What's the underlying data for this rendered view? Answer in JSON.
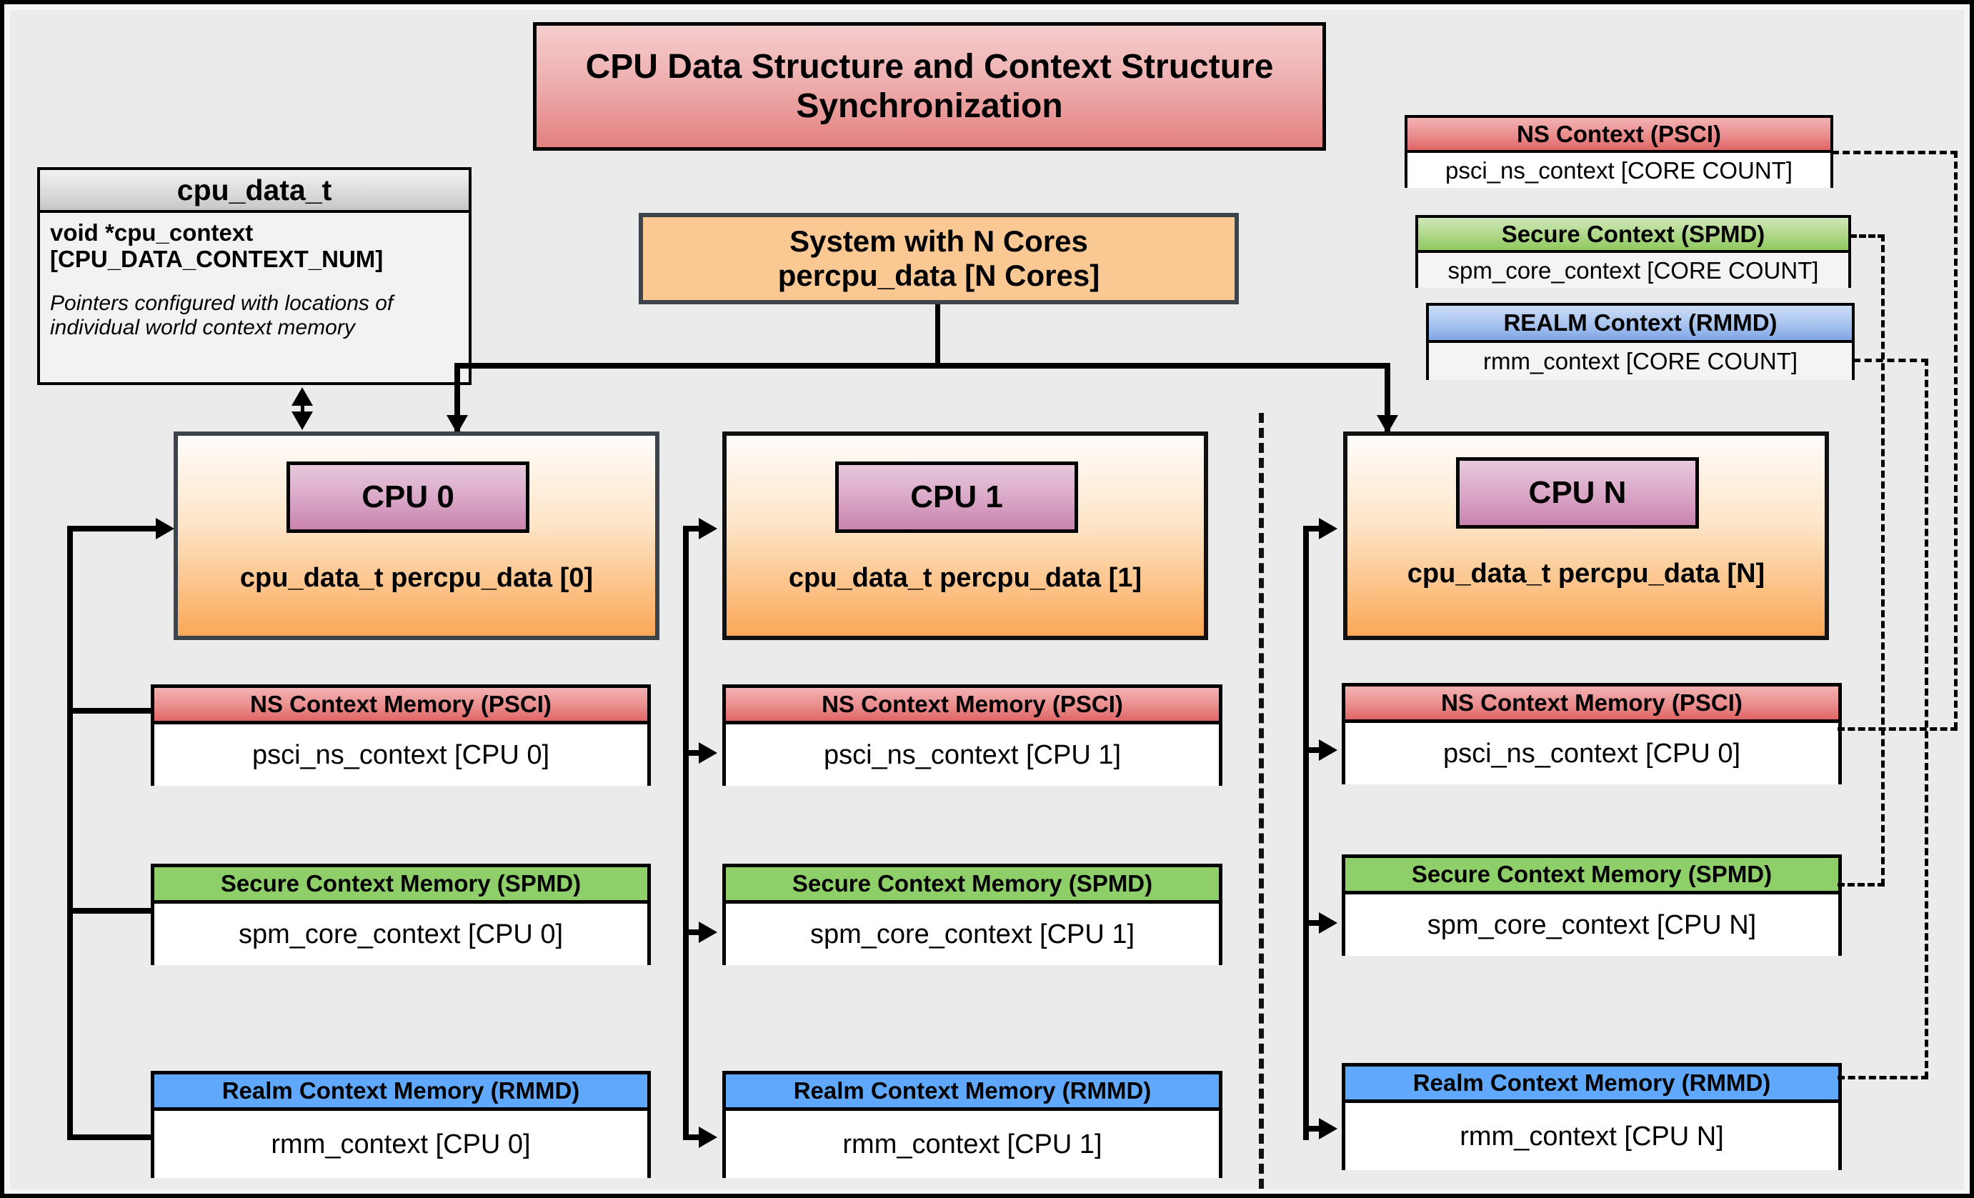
{
  "diagram": {
    "title": "CPU Data Structure and Context Structure Synchronization",
    "system_box": {
      "line1": "System with N Cores",
      "line2": "percpu_data [N Cores]"
    },
    "struct_box": {
      "header": "cpu_data_t",
      "field_line1": "void  *cpu_context",
      "field_line2": "[CPU_DATA_CONTEXT_NUM]",
      "note": "Pointers configured with locations of individual world context memory"
    },
    "global_contexts": [
      {
        "header": "NS Context  (PSCI)",
        "body": "psci_ns_context [CORE COUNT]",
        "color": "#ea8282"
      },
      {
        "header": "Secure Context (SPMD)",
        "body": "spm_core_context [CORE COUNT]",
        "color": "#8fc95f"
      },
      {
        "header": "REALM Context (RMMD)",
        "body": "rmm_context [CORE COUNT]",
        "color": "#7ea6e6"
      }
    ],
    "cpu_columns": [
      {
        "chip_label": "CPU 0",
        "caption": "cpu_data_t percpu_data [0]",
        "memories": [
          {
            "header": "NS Context Memory (PSCI)",
            "body": "psci_ns_context [CPU 0]",
            "color": "#ea8282"
          },
          {
            "header": "Secure Context Memory (SPMD)",
            "body": "spm_core_context [CPU 0]",
            "color": "#8fcf6a"
          },
          {
            "header": "Realm Context Memory (RMMD)",
            "body": "rmm_context [CPU 0]",
            "color": "#5fa8fb"
          }
        ]
      },
      {
        "chip_label": "CPU 1",
        "caption": "cpu_data_t percpu_data [1]",
        "memories": [
          {
            "header": "NS Context Memory (PSCI)",
            "body": "psci_ns_context [CPU 1]",
            "color": "#ea8282"
          },
          {
            "header": "Secure Context Memory (SPMD)",
            "body": "spm_core_context [CPU 1]",
            "color": "#8fcf6a"
          },
          {
            "header": "Realm Context Memory (RMMD)",
            "body": "rmm_context [CPU 1]",
            "color": "#5fa8fb"
          }
        ]
      },
      {
        "chip_label": "CPU N",
        "caption": "cpu_data_t percpu_data [N]",
        "memories": [
          {
            "header": "NS Context Memory (PSCI)",
            "body": "psci_ns_context [CPU 0]",
            "color": "#ea8282"
          },
          {
            "header": "Secure Context Memory (SPMD)",
            "body": "spm_core_context [CPU N]",
            "color": "#8fcf6a"
          },
          {
            "header": "Realm Context Memory (RMMD)",
            "body": "rmm_context [CPU N]",
            "color": "#5fa8fb"
          }
        ]
      }
    ],
    "colors": {
      "title_fill": "#e58080",
      "system_fill": "#fac893",
      "cpu_fill": "#fba857",
      "chip_fill": "#c983ae",
      "panel_bg": "#ebebeb",
      "page_bg": "#f5f5f5",
      "border": "#000000"
    }
  }
}
